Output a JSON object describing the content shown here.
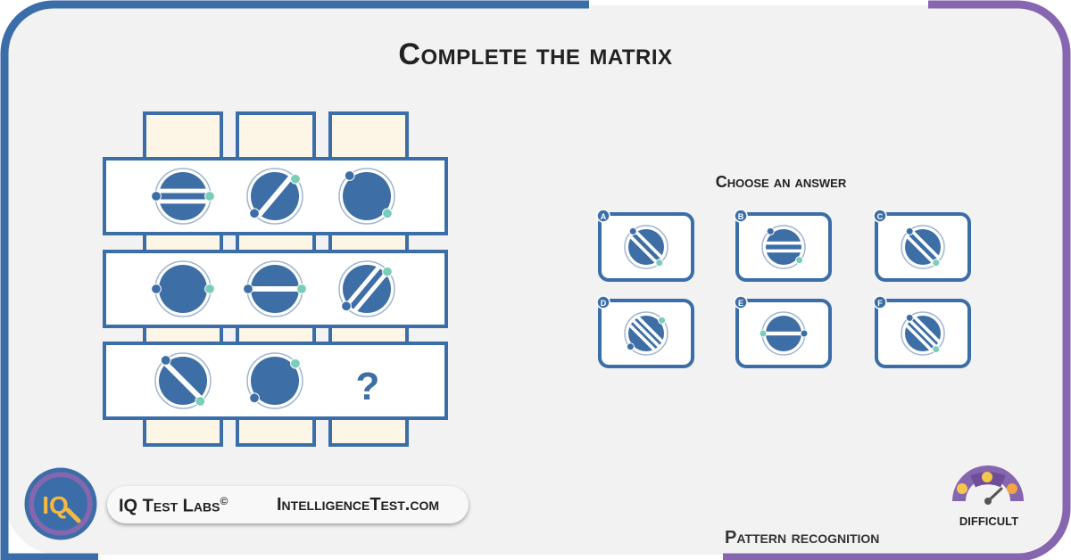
{
  "title": "Complete the matrix",
  "matrix": {
    "missing_symbol": "?"
  },
  "answers": {
    "heading": "Choose an answer",
    "options": [
      {
        "label": "A"
      },
      {
        "label": "B"
      },
      {
        "label": "C"
      },
      {
        "label": "D"
      },
      {
        "label": "E"
      },
      {
        "label": "F"
      }
    ]
  },
  "brand": {
    "name": "IQ Test Labs",
    "copyright": "©",
    "site": "IntelligenceTest.com",
    "logo_text": "IQ"
  },
  "category": "Pattern recognition",
  "difficulty": {
    "label": "DIFFICULT"
  },
  "colors": {
    "frame_blue": "#3b6ea8",
    "frame_purple": "#8766b0",
    "circle_fill": "#3d6ea6",
    "dot_dark": "#3d6ea6",
    "dot_teal": "#79cdb9",
    "column_fill": "#fdf6e6",
    "panel_bg": "#f2f2f2"
  }
}
